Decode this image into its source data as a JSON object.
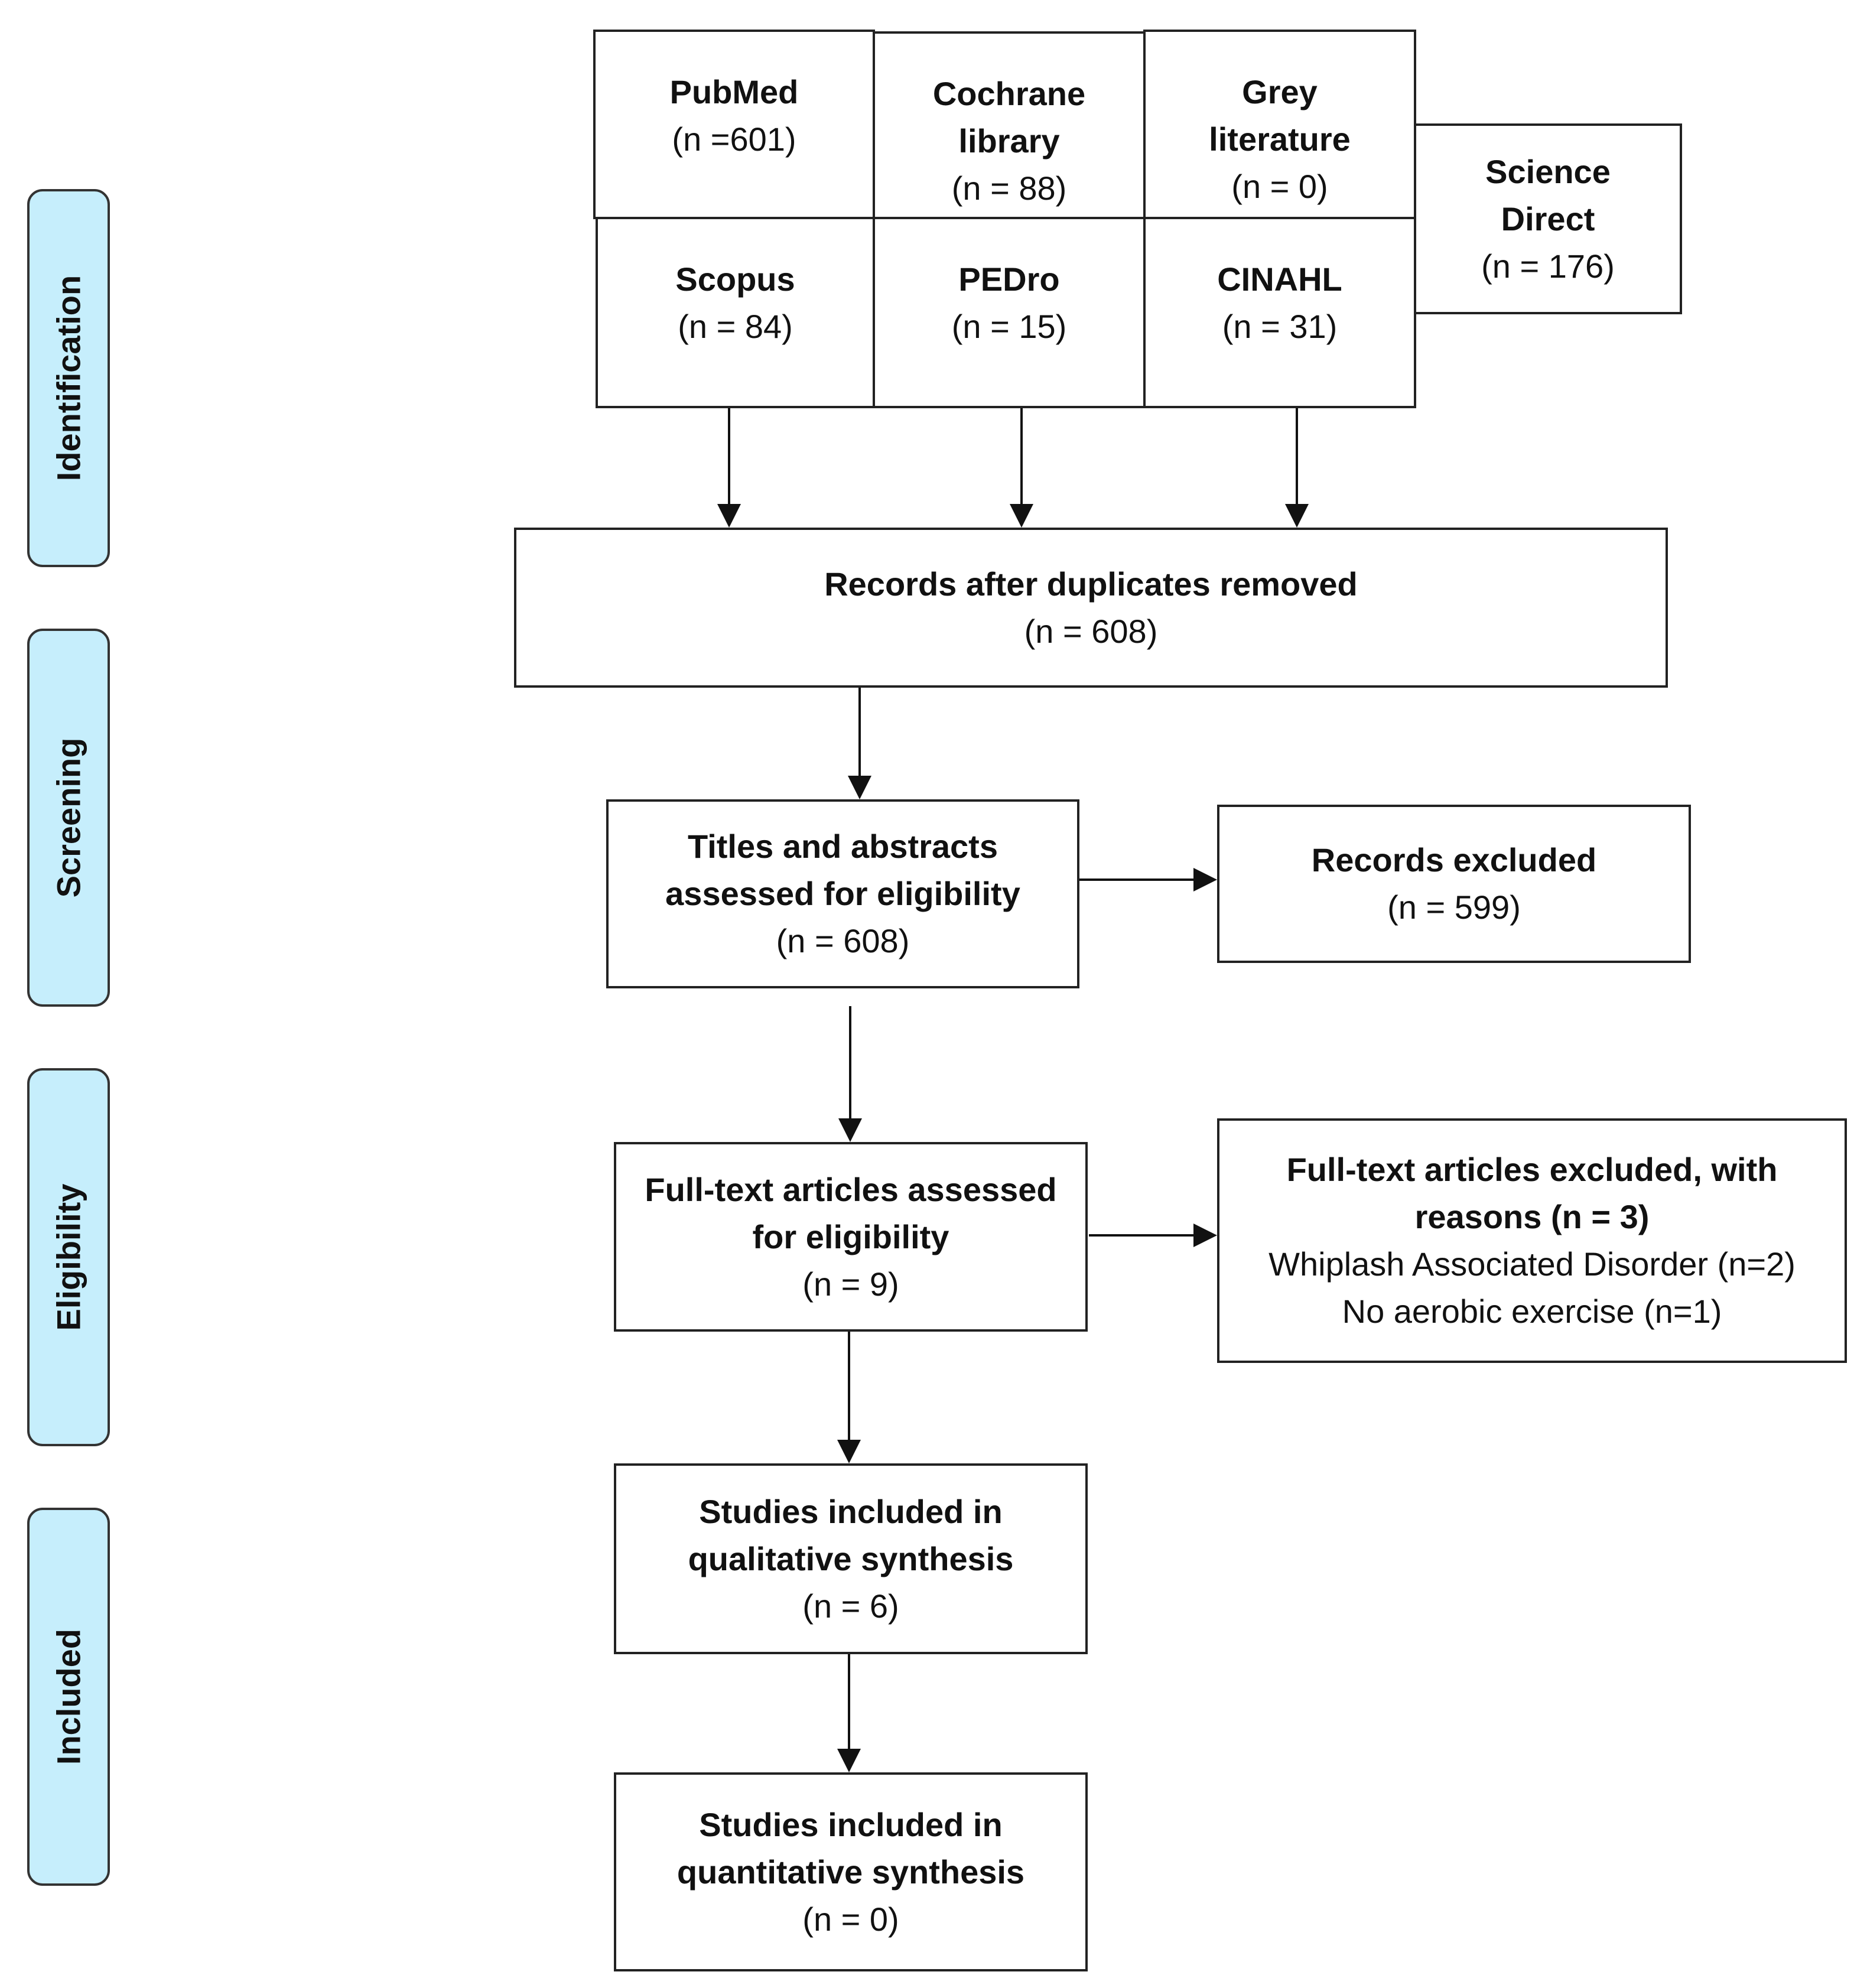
{
  "stages": [
    {
      "key": "identification",
      "label": "Identification"
    },
    {
      "key": "screening",
      "label": "Screening"
    },
    {
      "key": "eligibility",
      "label": "Eligibility"
    },
    {
      "key": "included",
      "label": "Included"
    }
  ],
  "sources": {
    "pubmed": {
      "title": "PubMed",
      "count": "(n =601)"
    },
    "cochrane": {
      "title": "Cochrane library",
      "count": "(n = 88)"
    },
    "grey": {
      "title": "Grey literature",
      "count": "(n = 0)"
    },
    "science_direct": {
      "title": "Science Direct",
      "count": "(n = 176)"
    },
    "scopus": {
      "title": "Scopus",
      "count": "(n = 84)"
    },
    "pedro": {
      "title": "PEDro",
      "count": "(n = 15)"
    },
    "cinahl": {
      "title": "CINAHL",
      "count": "(n = 31)"
    }
  },
  "boxes": {
    "duplicates_removed": {
      "title": "Records after duplicates removed",
      "count": "(n = 608)"
    },
    "titles_abstracts": {
      "title": "Titles and abstracts assessed for eligibility",
      "count": "(n = 608)"
    },
    "records_excluded": {
      "title": "Records excluded",
      "count": "(n = 599)"
    },
    "fulltext_assessed": {
      "title": "Full-text articles assessed for eligibility",
      "count": "(n = 9)"
    },
    "fulltext_excluded": {
      "title": "Full-text articles excluded, with reasons (n = 3)",
      "reasons": [
        "Whiplash Associated Disorder (n=2)",
        "No aerobic exercise (n=1)"
      ]
    },
    "qualitative": {
      "title": "Studies included in qualitative synthesis",
      "count": "(n = 6)"
    },
    "quantitative": {
      "title": "Studies included in quantitative synthesis",
      "count": "(n = 0)"
    }
  },
  "colors": {
    "stage_fill": "#c6eefc",
    "stroke": "#222222"
  }
}
